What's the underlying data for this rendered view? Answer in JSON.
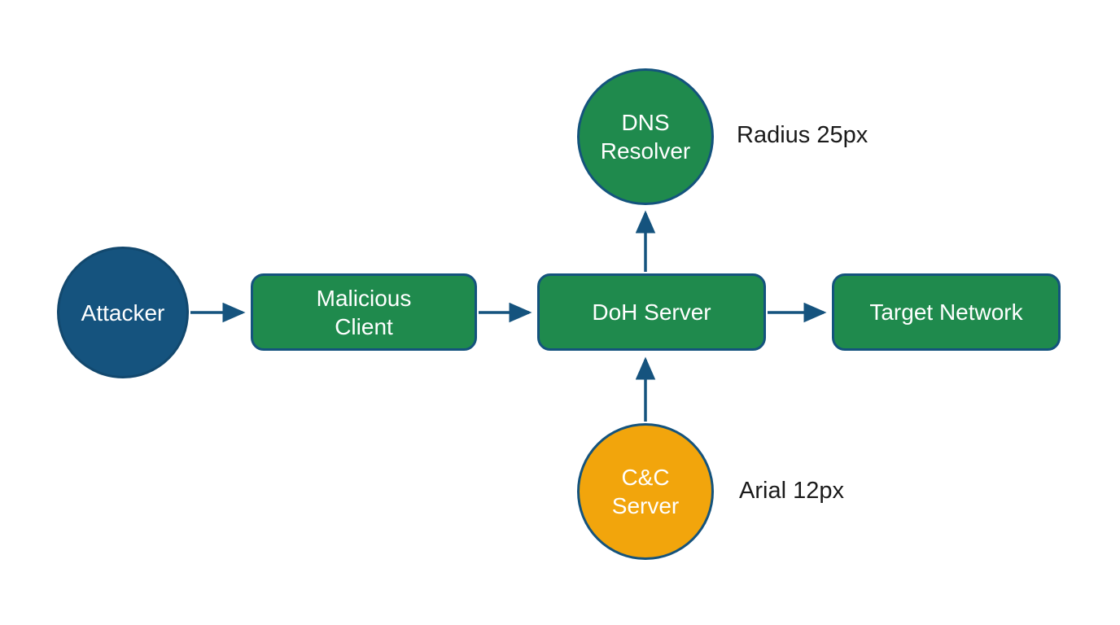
{
  "diagram": {
    "nodes": {
      "attacker": {
        "label": "Attacker",
        "shape": "circle",
        "fill": "#15537E"
      },
      "malicious_client": {
        "label": "Malicious Client",
        "shape": "rect",
        "fill": "#1F8A4D"
      },
      "doh_server": {
        "label": "DoH Server",
        "shape": "rect",
        "fill": "#1F8A4D"
      },
      "target_network": {
        "label": "Target Network",
        "shape": "rect",
        "fill": "#1F8A4D"
      },
      "dns_resolver": {
        "label": "DNS Resolver",
        "shape": "circle",
        "fill": "#1F8A4D"
      },
      "cc_server": {
        "label": "C&C Server",
        "shape": "circle",
        "fill": "#F2A50C"
      }
    },
    "edges": [
      {
        "from": "attacker",
        "to": "malicious_client"
      },
      {
        "from": "malicious_client",
        "to": "doh_server"
      },
      {
        "from": "doh_server",
        "to": "target_network"
      },
      {
        "from": "doh_server",
        "to": "dns_resolver"
      },
      {
        "from": "cc_server",
        "to": "doh_server"
      }
    ],
    "annotations": {
      "radius_note": "Radius 25px",
      "arial_note": "Arial 12px"
    },
    "colors": {
      "arrow": "#15537E",
      "node_border": "#14537D",
      "node_text": "#FFFFFF",
      "annotation_text": "#1A1A1A",
      "background": "#FFFFFF"
    }
  }
}
